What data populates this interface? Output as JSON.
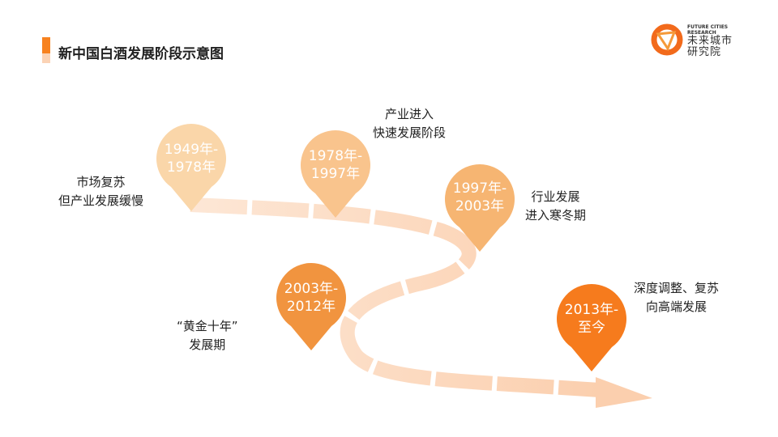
{
  "header": {
    "title": "新中国白酒发展阶段示意图"
  },
  "logo": {
    "en_line1": "FUTURE CITIES",
    "en_line2": "RESEARCH",
    "cn_line1": "未来城市",
    "cn_line2": "研究院"
  },
  "stages": [
    {
      "period_line1": "1949年-",
      "period_line2": "1978年",
      "desc_line1": "市场复苏",
      "desc_line2": "但产业发展缓慢",
      "color": "#fad6a9"
    },
    {
      "period_line1": "1978年-",
      "period_line2": "1997年",
      "desc_line1": "产业进入",
      "desc_line2": "快速发展阶段",
      "color": "#f9c48d"
    },
    {
      "period_line1": "1997年-",
      "period_line2": "2003年",
      "desc_line1": "行业发展",
      "desc_line2": "进入寒冬期",
      "color": "#f6b572"
    },
    {
      "period_line1": "2003年-",
      "period_line2": "2012年",
      "desc_line1": "“黄金十年”",
      "desc_line2": "发展期",
      "color": "#f1943f"
    },
    {
      "period_line1": "2013年-",
      "period_line2": "至今",
      "desc_line1": "深度调整、复苏",
      "desc_line2": "向高端发展",
      "color": "#f67b1d"
    }
  ],
  "colors": {
    "accent": "#f7821f",
    "road": "#fbd3b5"
  }
}
